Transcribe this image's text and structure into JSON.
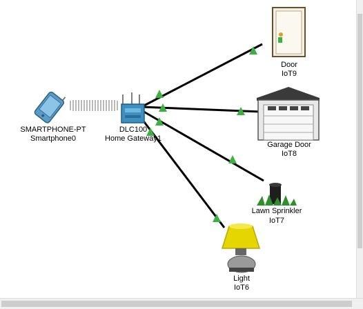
{
  "devices": [
    {
      "id": "smartphone",
      "model": "SMARTPHONE-PT",
      "name": "Smartphone0"
    },
    {
      "id": "gateway",
      "model": "DLC100",
      "name": "Home Gateway1"
    },
    {
      "id": "door",
      "model": "Door",
      "name": "IoT9"
    },
    {
      "id": "garage",
      "model": "Garage Door",
      "name": "IoT8"
    },
    {
      "id": "sprinkler",
      "model": "Lawn Sprinkler",
      "name": "IoT7"
    },
    {
      "id": "light",
      "model": "Light",
      "name": "IoT6"
    }
  ],
  "links": [
    {
      "from": "gateway",
      "to": "door",
      "status": "up"
    },
    {
      "from": "gateway",
      "to": "garage",
      "status": "up"
    },
    {
      "from": "gateway",
      "to": "sprinkler",
      "status": "up"
    },
    {
      "from": "gateway",
      "to": "light",
      "status": "up"
    },
    {
      "from": "smartphone",
      "to": "gateway",
      "type": "wireless"
    }
  ],
  "colors": {
    "link": "#000000",
    "status_up": "#3cb043",
    "accent": "#3c8fbf"
  },
  "icons": [
    "smartphone-icon",
    "gateway-icon",
    "door-icon",
    "garage-door-icon",
    "lawn-sprinkler-icon",
    "light-icon"
  ]
}
